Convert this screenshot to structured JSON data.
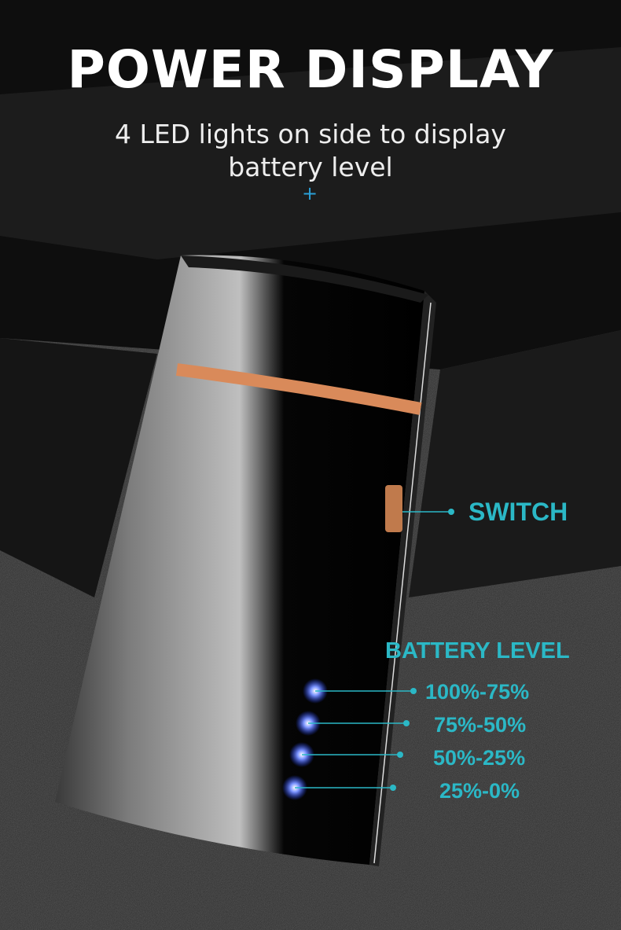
{
  "header": {
    "title": "POWER DISPLAY",
    "subtitle_line1": "4 LED lights on side to display",
    "subtitle_line2": "battery level",
    "plus_symbol": "+"
  },
  "callouts": {
    "switch_label": "SWITCH",
    "battery_heading": "BATTERY LEVEL",
    "levels": [
      "100%-75%",
      "75%-50%",
      "50%-25%",
      "25%-0%"
    ]
  },
  "colors": {
    "accent": "#2bb8c6",
    "led": "#6f8cff",
    "stripe": "#d98a5a"
  }
}
